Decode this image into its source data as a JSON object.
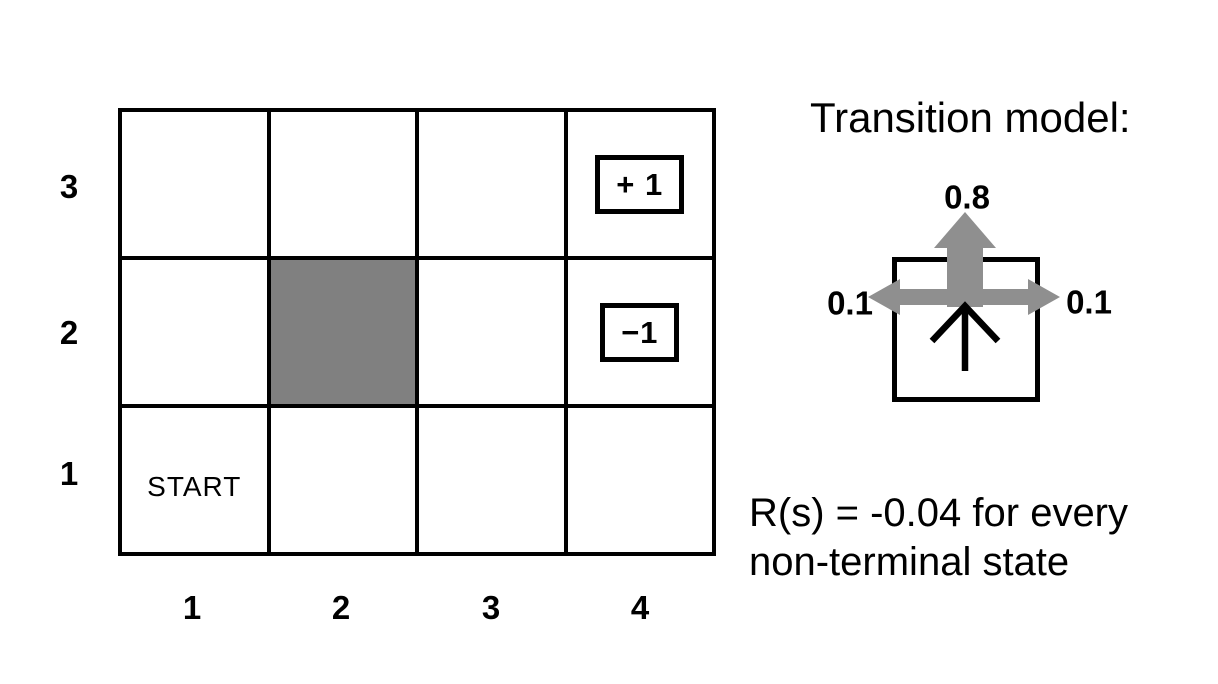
{
  "figure": {
    "grid": {
      "row_labels": [
        "3",
        "2",
        "1"
      ],
      "col_labels": [
        "1",
        "2",
        "3",
        "4"
      ],
      "start_label": "START",
      "plus_label": "+ 1",
      "minus_label": "−1"
    },
    "transition": {
      "title": "Transition model:",
      "p_up": "0.8",
      "p_left": "0.1",
      "p_right": "0.1"
    },
    "reward": {
      "line1": "R(s) = -0.04 for every",
      "line2": "non-terminal state"
    },
    "colors": {
      "blocked_cell": "#808080",
      "arrow_gray": "#8f8f8f",
      "line_black": "#000000"
    }
  }
}
